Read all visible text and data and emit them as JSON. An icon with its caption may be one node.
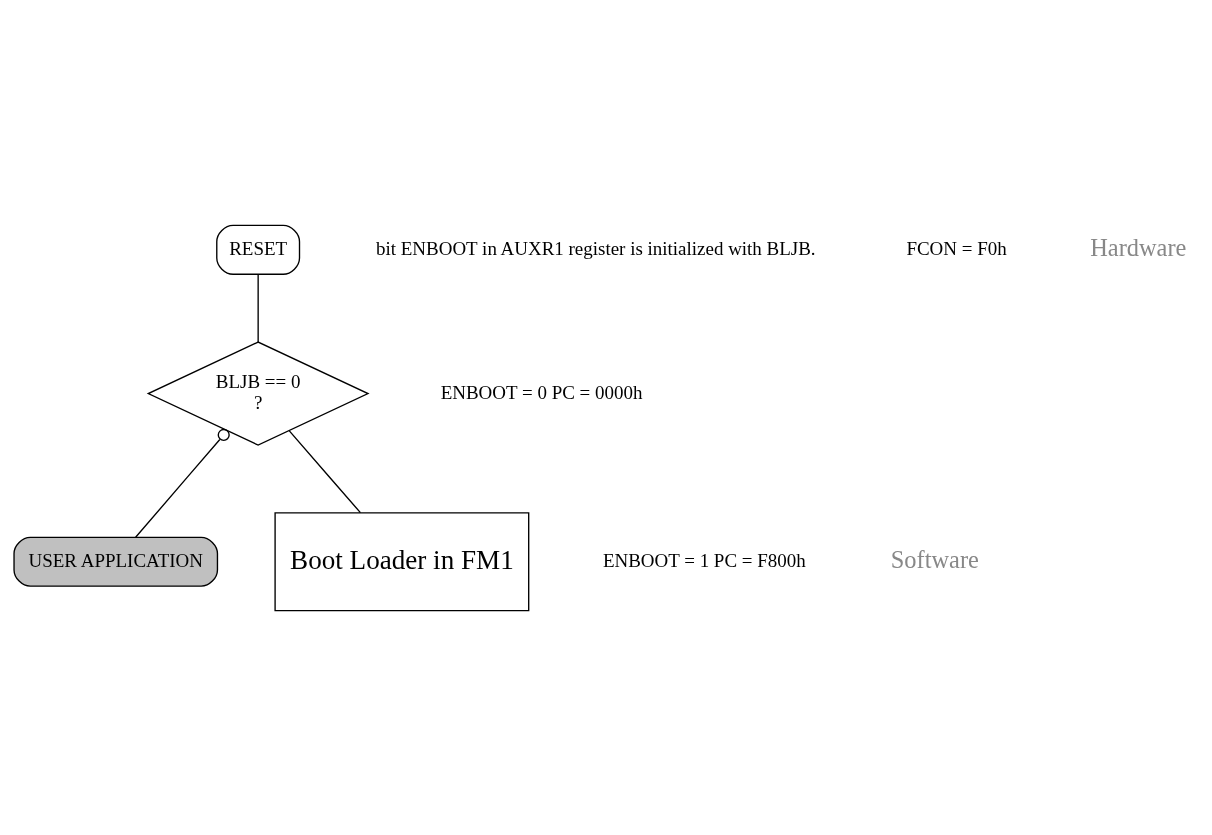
{
  "diagram": {
    "nodes": [
      {
        "text": [
          "RESET"
        ]
      },
      {
        "text": [
          "BLJB == 0",
          "?"
        ]
      },
      {
        "text": [
          "USER APPLICATION"
        ]
      },
      {
        "text": [
          "Boot Loader in FM1"
        ]
      }
    ],
    "edges": [
      {
        "from": 0,
        "to": 1,
        "arrow": "none"
      },
      {
        "from": 1,
        "to": 2,
        "arrow": "other"
      },
      {
        "from": 1,
        "to": 3,
        "arrow": "none"
      }
    ],
    "labels": [
      "bit ENBOOT in AUXR1 register is initialized with BLJB.",
      "FCON = F0h",
      "Hardware",
      "ENBOOT = 0 PC = 0000h",
      "ENBOOT = 1 PC = F800h",
      "Software"
    ]
  }
}
